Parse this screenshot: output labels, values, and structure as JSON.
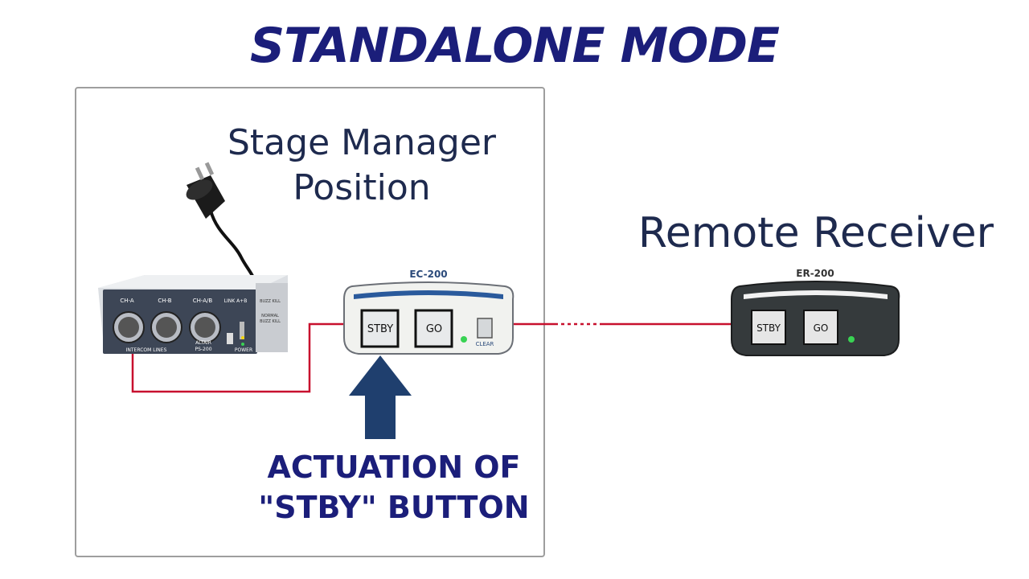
{
  "title": "STANDALONE MODE",
  "stage_manager": {
    "title_line1": "Stage Manager",
    "title_line2": "Position"
  },
  "remote_receiver": {
    "title": "Remote Receiver"
  },
  "ps200": {
    "labels": {
      "ch_a": "CH-A",
      "ch_b": "CH-B",
      "ch_ab": "CH-A/B",
      "link": "LINK A+B",
      "buzz": "BUZZ KILL",
      "normal": "NORMAL",
      "buzz_kill": "BUZZ KILL",
      "intercom": "INTERCOM LINES",
      "power": "POWER",
      "brand": "ALTAIR",
      "model": "PS-200"
    }
  },
  "ec200": {
    "model": "EC-200",
    "stby": "STBY",
    "go": "GO",
    "clear": "CLEAR"
  },
  "er200": {
    "model": "ER-200",
    "stby": "STBY",
    "go": "GO"
  },
  "actuation": {
    "line1": "ACTUATION OF",
    "line2": "\"STBY\" BUTTON"
  },
  "colors": {
    "title": "#1b1e7a",
    "heading": "#1e2a4e",
    "cable": "#c8102e",
    "arrow": "#1f3f6e",
    "led": "#39d353"
  }
}
